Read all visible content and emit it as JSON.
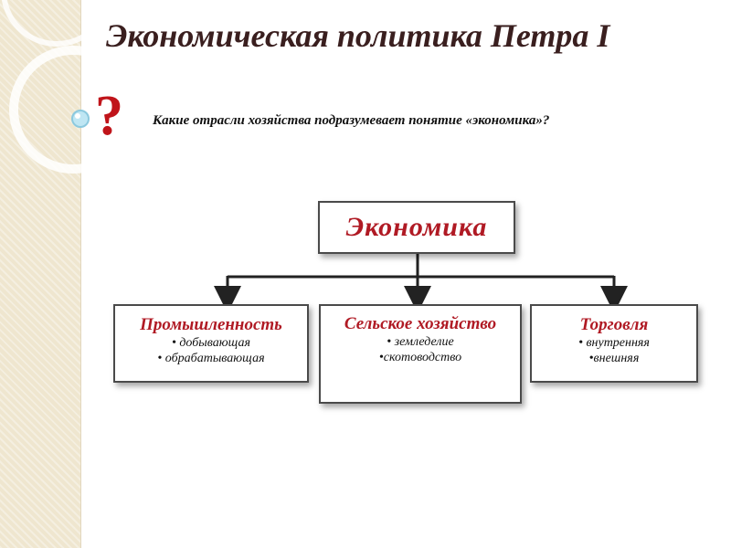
{
  "slide": {
    "title": "Экономическая политика Петра I",
    "question_mark": "?",
    "question": "Какие отрасли хозяйства подразумевает понятие «экономика»?"
  },
  "diagram": {
    "root": "Экономика",
    "branches": [
      {
        "title": "Промышленность",
        "items": [
          "• добывающая",
          "• обрабатывающая"
        ]
      },
      {
        "title": "Сельское хозяйство",
        "items": [
          "• земледелие",
          "•скотоводство"
        ]
      },
      {
        "title": "Торговля",
        "items": [
          "• внутренняя",
          "•внешняя"
        ]
      }
    ]
  },
  "colors": {
    "title": "#3a1f1f",
    "accent_red": "#c0141a",
    "sidebar": "#efe6cf"
  }
}
